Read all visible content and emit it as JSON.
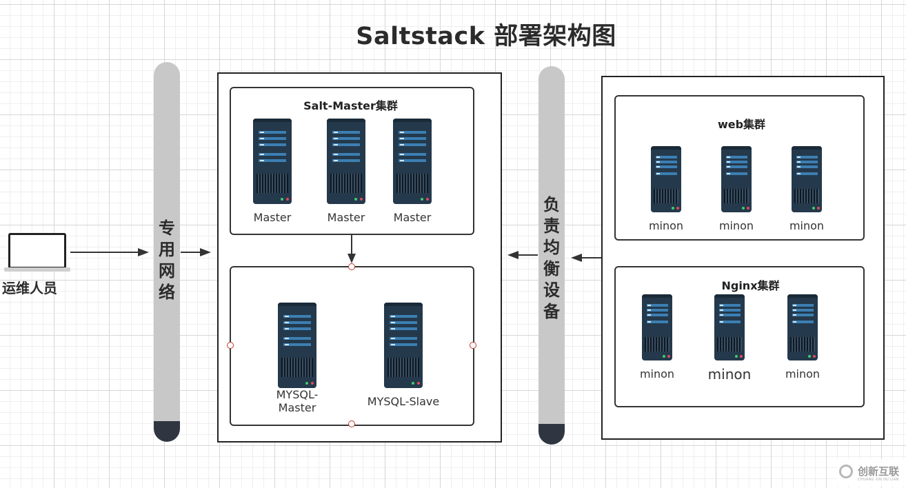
{
  "title": "Saltstack 部署架构图",
  "operator": {
    "label": "运维人员",
    "icon": "laptop-icon"
  },
  "network": {
    "label": "专用网络"
  },
  "load_balancer": {
    "label": "负责均衡设备"
  },
  "master_cluster": {
    "title": "Salt-Master集群",
    "servers": [
      {
        "label": "Master"
      },
      {
        "label": "Master"
      },
      {
        "label": "Master"
      }
    ]
  },
  "db_cluster": {
    "servers": [
      {
        "label": "MYSQL-Master"
      },
      {
        "label": "MYSQL-Slave"
      }
    ]
  },
  "web_cluster": {
    "title": "web集群",
    "servers": [
      {
        "label": "minon"
      },
      {
        "label": "minon"
      },
      {
        "label": "minon"
      }
    ]
  },
  "nginx_cluster": {
    "title": "Nginx集群",
    "servers": [
      {
        "label": "minon"
      },
      {
        "label": "minon"
      },
      {
        "label": "minon"
      }
    ]
  },
  "watermark": {
    "text": "创新互联",
    "subtext": "CHUANG XIN HU LIAN"
  },
  "colors": {
    "server_body": "#24394b",
    "server_stripe": "#3c7fb3",
    "pillar": "#c8c8c8",
    "pillar_cap": "#2f3641"
  }
}
